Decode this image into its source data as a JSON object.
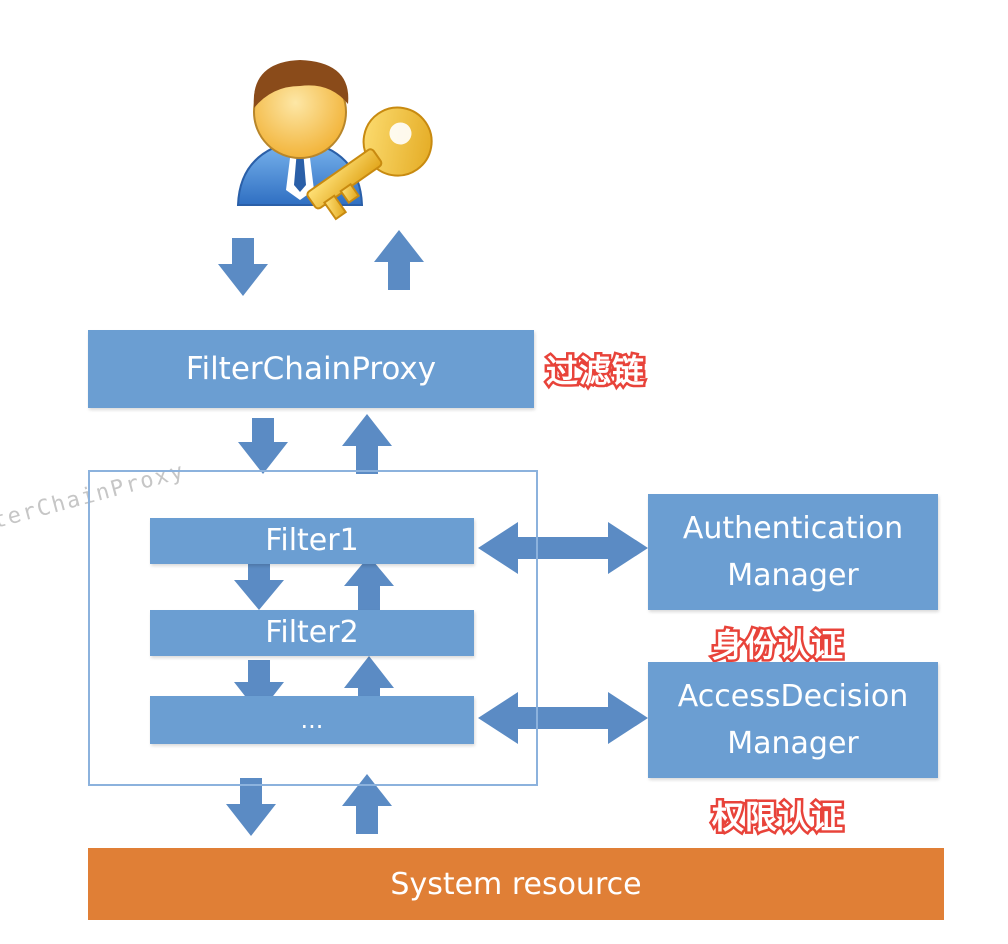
{
  "proxy_label": "FilterChainProxy",
  "proxy_note": "过滤链",
  "watermark": "terChainProxy",
  "filters": [
    "Filter1",
    "Filter2",
    "..."
  ],
  "auth_manager": {
    "line1": "Authentication",
    "line2": "Manager",
    "note": "身份认证"
  },
  "access_manager": {
    "line1": "AccessDecision",
    "line2": "Manager",
    "note": "权限认证"
  },
  "resource_label": "System resource",
  "colors": {
    "box": "#6b9ed2",
    "arrow": "#5b8bc4",
    "resource": "#e07f36",
    "note": "#e8433a"
  },
  "icons": [
    "user-with-key-icon"
  ]
}
